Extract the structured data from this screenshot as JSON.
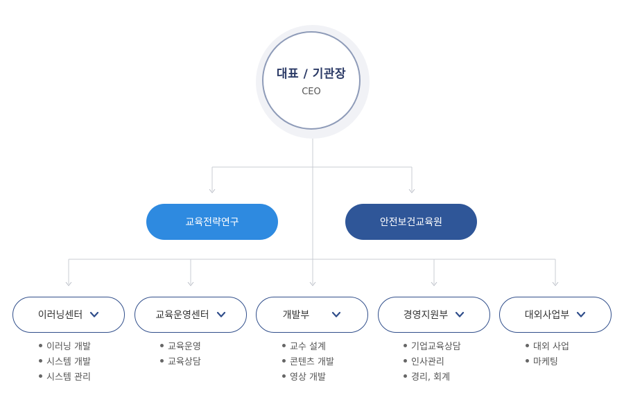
{
  "ceo": {
    "title": "대표 / 기관장",
    "subtitle": "CEO"
  },
  "divisions": [
    {
      "label": "교육전략연구",
      "color": "#2e8ae0"
    },
    {
      "label": "안전보건교육원",
      "color": "#2f5698"
    }
  ],
  "departments": [
    {
      "label": "이러닝센터",
      "items": [
        "이러닝 개발",
        "시스템 개발",
        "시스템 관리"
      ]
    },
    {
      "label": "교육운영센터",
      "items": [
        "교육운영",
        "교육상담"
      ]
    },
    {
      "label": "개발부",
      "items": [
        "교수 설계",
        "콘텐츠 개발",
        "영상 개발"
      ]
    },
    {
      "label": "경영지원부",
      "items": [
        "기업교육상담",
        "인사관리",
        "경리, 회계"
      ]
    },
    {
      "label": "대외사업부",
      "items": [
        "대외 사업",
        "마케팅"
      ]
    }
  ],
  "icons": {
    "dept_toggle": "chevron-down-icon",
    "connector_arrow": "arrow-down-icon"
  }
}
